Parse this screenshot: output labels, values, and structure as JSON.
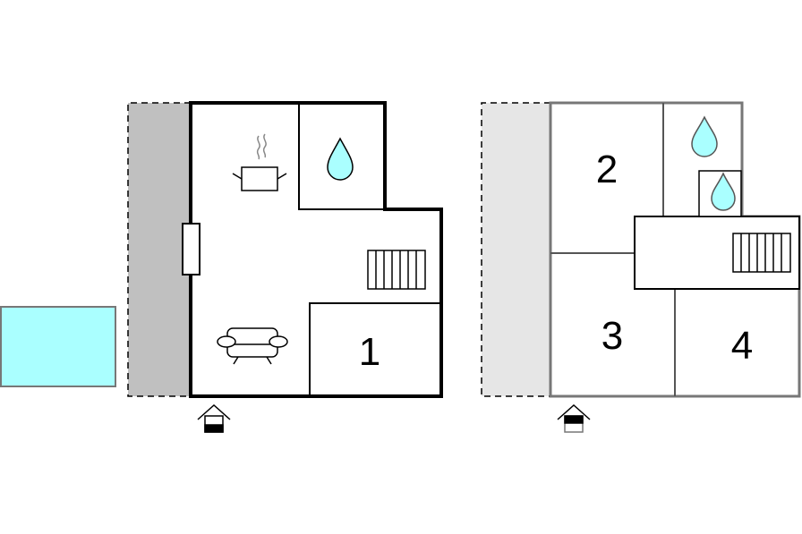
{
  "floors": [
    {
      "id": "ground-floor",
      "rooms": [
        {
          "id": "bedroom-1",
          "number": "1"
        }
      ],
      "icons": [
        "pool-icon",
        "terrace-icon",
        "door-icon",
        "cooking-pot-icon",
        "water-drop-icon",
        "staircase-icon",
        "sofa-icon",
        "entrance-icon"
      ]
    },
    {
      "id": "upper-floor",
      "rooms": [
        {
          "id": "bedroom-2",
          "number": "2"
        },
        {
          "id": "bedroom-3",
          "number": "3"
        },
        {
          "id": "bedroom-4",
          "number": "4"
        }
      ],
      "icons": [
        "balcony-icon",
        "water-drop-icon",
        "water-drop-icon",
        "staircase-icon",
        "entrance-icon"
      ]
    }
  ],
  "colors": {
    "pool": "#aaffff",
    "terrace_ground": "#c0c0c0",
    "terrace_upper": "#e6e6e6",
    "walls_ground": "#000000",
    "walls_upper": "#777777",
    "water": "#aaffff"
  }
}
